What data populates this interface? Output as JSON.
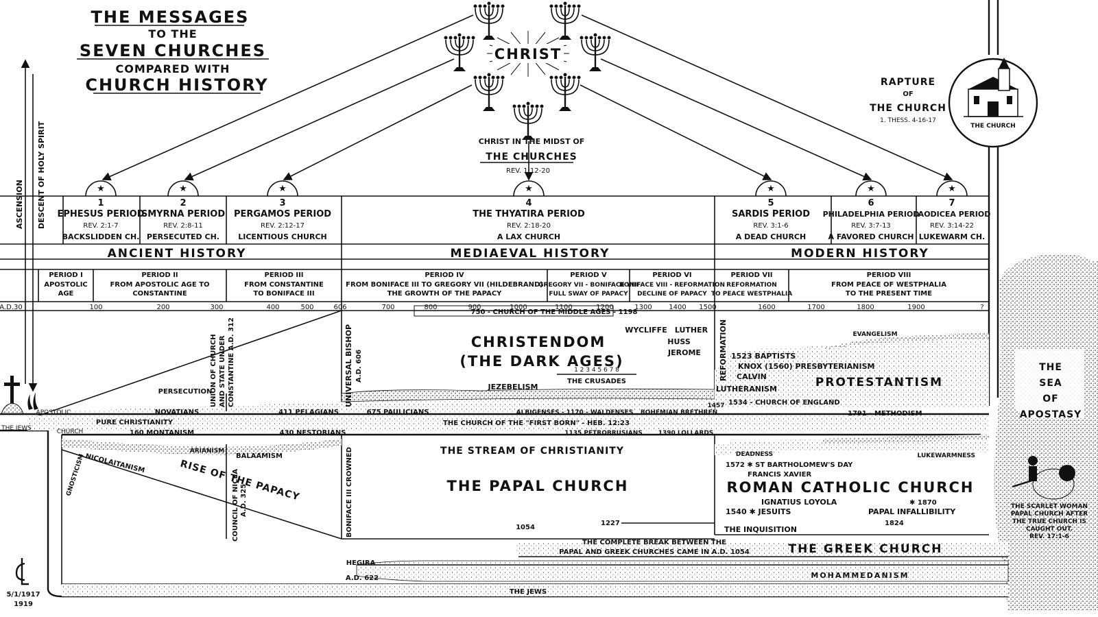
{
  "title": {
    "line1": "THE MESSAGES",
    "line2": "TO THE",
    "line3": "SEVEN CHURCHES",
    "line4": "COMPARED WITH",
    "line5": "CHURCH HISTORY"
  },
  "center": {
    "christ": "CHRIST",
    "midst_line1": "CHRIST IN THE MIDST OF",
    "midst_line2": "THE CHURCHES",
    "midst_ref": "REV. 1:12-20"
  },
  "rapture": {
    "line1": "RAPTURE",
    "line2": "OF",
    "line3": "THE CHURCH",
    "ref": "1. THESS. 4-16-17",
    "church_label": "THE CHURCH"
  },
  "side": {
    "ascension": "ASCENSION",
    "descent": "DESCENT OF HOLY SPIRIT"
  },
  "churches": [
    {
      "num": "1",
      "name": "EPHESUS PERIOD",
      "ref": "REV. 2:1-7",
      "desc": "BACKSLIDDEN CH."
    },
    {
      "num": "2",
      "name": "SMYRNA PERIOD",
      "ref": "REV. 2:8-11",
      "desc": "PERSECUTED CH."
    },
    {
      "num": "3",
      "name": "PERGAMOS PERIOD",
      "ref": "REV. 2:12-17",
      "desc": "LICENTIOUS CHURCH"
    },
    {
      "num": "4",
      "name": "THE THYATIRA PERIOD",
      "ref": "REV. 2:18-20",
      "desc": "A LAX CHURCH"
    },
    {
      "num": "5",
      "name": "SARDIS PERIOD",
      "ref": "REV. 3:1-6",
      "desc": "A DEAD CHURCH"
    },
    {
      "num": "6",
      "name": "PHILADELPHIA PERIOD",
      "ref": "REV. 3:7-13",
      "desc": "A FAVORED CHURCH"
    },
    {
      "num": "7",
      "name": "LAODICEA PERIOD",
      "ref": "REV. 3:14-22",
      "desc": "LUKEWARM CH."
    }
  ],
  "history": {
    "ancient": "ANCIENT HISTORY",
    "mediaeval": "MEDIAEVAL HISTORY",
    "modern": "MODERN HISTORY"
  },
  "periods": [
    {
      "name": "PERIOD I",
      "l1": "APOSTOLIC",
      "l2": "AGE"
    },
    {
      "name": "PERIOD II",
      "l1": "FROM APOSTOLIC AGE TO",
      "l2": "CONSTANTINE"
    },
    {
      "name": "PERIOD III",
      "l1": "FROM CONSTANTINE",
      "l2": "TO BONIFACE III"
    },
    {
      "name": "PERIOD IV",
      "l1": "FROM BONIFACE III TO GREGORY VII (HILDEBRAND)",
      "l2": "THE GROWTH OF THE PAPACY"
    },
    {
      "name": "PERIOD V",
      "l1": "GREGORY VII - BONIFACE VIII",
      "l2": "FULL SWAY OF PAPACY"
    },
    {
      "name": "PERIOD VI",
      "l1": "BONIFACE VIII - REFORMATION",
      "l2": "DECLINE OF PAPACY"
    },
    {
      "name": "PERIOD VII",
      "l1": "REFORMATION",
      "l2": "TO PEACE WESTPHALIA"
    },
    {
      "name": "PERIOD VIII",
      "l1": "FROM PEACE OF WESTPHALIA",
      "l2": "TO THE PRESENT TIME"
    }
  ],
  "years": [
    "A.D.30",
    "100",
    "200",
    "300",
    "400",
    "500",
    "606",
    "700",
    "800",
    "900",
    "1000",
    "1100",
    "1200",
    "1300",
    "1400",
    "1500",
    "1600",
    "1700",
    "1800",
    "1900",
    "?"
  ],
  "labels": {
    "middle_ages": "750 - CHURCH OF THE MIDDLE AGES - 1198",
    "christendom": "CHRISTENDOM",
    "dark_ages": "(THE DARK AGES)",
    "wycliffe": "WYCLIFFE",
    "luther": "LUTHER",
    "huss": "HUSS",
    "jerome": "JEROME",
    "reformation": "REFORMATION",
    "evangelism": "EVANGELISM",
    "baptists": "1523 BAPTISTS",
    "knox": "KNOX (1560) PRESBYTERIANISM",
    "calvin": "CALVIN",
    "lutheranism": "LUTHERANISM",
    "protestantism": "PROTESTANTISM",
    "england": "1534 - CHURCH OF ENGLAND",
    "methodism": "1791 - METHODISM",
    "sea_1": "THE",
    "sea_2": "SEA",
    "sea_3": "OF",
    "sea_4": "APOSTASY",
    "jezebelism": "JEZEBELISM",
    "crusades": "THE CRUSADES",
    "crusade_nums": "1 2 3 4 5 6 7 8",
    "universal_bishop": "UNIVERSAL BISHOP",
    "ad606": "A.D. 606",
    "union": "UNION OF CHURCH",
    "state": "AND STATE UNDER",
    "constantine": "CONSTANTINE A.D. 312",
    "persecution": "PERSECUTION",
    "novatians": "NOVATIANS",
    "pelagians": "411 PELAGIANS",
    "paulicians": "675 PAULICIANS",
    "albigenses": "ALBIGENSES - 1170 - WALDENSES",
    "bohemian": "BOHEMIAN BRETHREN",
    "y1457": "1457",
    "apostolic": "APOSTOLIC",
    "church": "CHURCH",
    "jews_start": "THE JEWS",
    "pure": "PURE CHRISTIANITY",
    "first_born": "THE CHURCH OF THE \"FIRST BORN\" - HEB. 12:23",
    "montanism": "160 MONTANISM",
    "nestorians": "430 NESTORIANS",
    "petrobrusians": "1135 PETROBRUSIANS",
    "lollards": "1390 LOLLARDS",
    "gnosticism": "GNOSTICISM",
    "nicolaitanism": "NICOLAITANISM",
    "arianism": "ARIANISM",
    "balaamism": "BALAAMISM",
    "rise": "RISE OF THE PAPACY",
    "nicea_1": "COUNCIL OF NICEA",
    "nicea_2": "A.D. 325",
    "boniface": "BONIFACE III CROWNED",
    "stream": "THE STREAM OF CHRISTIANITY",
    "papal": "THE PAPAL CHURCH",
    "deadness": "DEADNESS",
    "bartholomew": "1572 ✱ ST BARTHOLOMEW'S DAY",
    "xavier": "FRANCIS XAVIER",
    "roman": "ROMAN CATHOLIC CHURCH",
    "loyola": "IGNATIUS LOYOLA",
    "jesuits": "1540 ✱ JESUITS",
    "y1870": "✱ 1870",
    "infallibility": "PAPAL INFALLIBILITY",
    "y1824": "1824",
    "y1227": "1227",
    "inquisition": "THE INQUISITION",
    "lukewarmness": "LUKEWARMNESS",
    "y1054": "1054",
    "break_1": "THE COMPLETE BREAK BETWEEN THE",
    "break_2": "PAPAL AND GREEK CHURCHES CAME IN A.D. 1054",
    "greek": "THE GREEK CHURCH",
    "hegira": "HEGIRA",
    "ad622": "A.D. 622",
    "mohammedanism": "MOHAMMEDANISM",
    "jews_end": "THE JEWS",
    "scarlet_1": "THE SCARLET WOMAN",
    "scarlet_2": "PAPAL CHURCH AFTER",
    "scarlet_3": "THE TRUE CHURCH IS",
    "scarlet_4": "CAUGHT OUT.",
    "scarlet_5": "REV. 17:1-6",
    "date1": "5/1/1917",
    "date2": "1919"
  }
}
